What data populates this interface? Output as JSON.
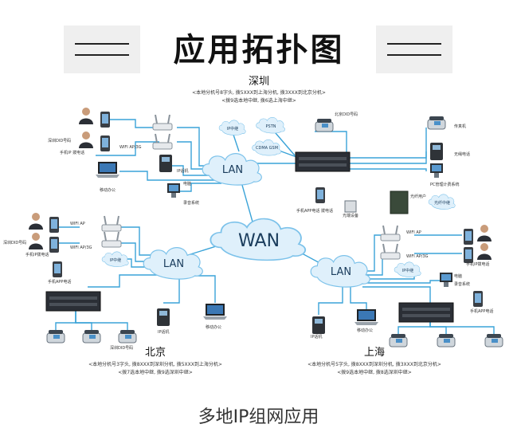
{
  "header": {
    "title": "应用拓扑图"
  },
  "sites": {
    "shenzhen": {
      "name": "深圳",
      "desc_1": "<本地分机号8字头, 拨5XXX到上海分机, 拨3XXX到北京分机>",
      "desc_2": "<拨9选本地中继, 拨6选上海中继>"
    },
    "beijing": {
      "name": "北京",
      "desc_1": "<本地分机号3字头, 拨8XXX到深圳分机, 拨5XXX到上海分机>",
      "desc_2": "<拨7选本地中继, 拨9选深圳中继>"
    },
    "shanghai": {
      "name": "上海",
      "desc_1": "<本地分机号5字头, 拨8XXX到深圳分机, 拨3XXX到北京分机>",
      "desc_2": "<拨9选本地中继, 拨8选深圳中继>"
    }
  },
  "clouds": {
    "wan": "WAN",
    "lan_sz": "LAN",
    "lan_bj": "LAN",
    "lan_sh": "LAN",
    "pstn": "PSTN",
    "cdma": "CDMA\nGSM",
    "ip_sz": "IP中继",
    "ip_bj": "IP中继",
    "ip_sh": "IP中继",
    "fiber": "光纤中继"
  },
  "labels": {
    "sz_did": "深圳DID号码",
    "sz_mobile_ip": "手机IP 拨电话",
    "sz_wifi": "WIFI AP/3G",
    "sz_ip_phone": "IP话机",
    "sz_mobile_office": "移动办公",
    "sz_pc": "电脑",
    "sz_recorder": "录音系统",
    "sz_bj_did": "北京DID号码",
    "sz_fax": "传真机",
    "sz_cordless": "无绳电话",
    "sz_pc_mgmt": "PC管理计费系统",
    "sz_app": "手机APP电话 拨电话",
    "sz_fiber_dev": "光端设备",
    "sz_fiber_box": "光纤用户",
    "bj_sz_did": "深圳DID号码",
    "bj_mobile_ip": "手机IP拨电话",
    "bj_wifi_ap": "WIFI AP",
    "bj_wifi_3g": "WIFI AP/3G",
    "bj_app": "手机APP电话",
    "bj_ip_phone": "IP话机",
    "bj_mobile_office": "移动办公",
    "bj_did": "深圳DID号码",
    "sh_wifi_ap": "WIFI AP",
    "sh_wifi_3g": "WIFI AP/3G",
    "sh_mobile_ip": "手机IP拨电话",
    "sh_pc": "电脑",
    "sh_recorder": "录音系统",
    "sh_app": "手机APP电话",
    "sh_ip_phone": "IP话机",
    "sh_mobile_office": "移动办公"
  },
  "footer": {
    "caption": "多地IP组网应用"
  },
  "colors": {
    "link": "#3aa3d8",
    "cloud_fill": "#dff0fb",
    "cloud_stroke": "#7cc2ea",
    "pbx": "#2b2f36"
  }
}
